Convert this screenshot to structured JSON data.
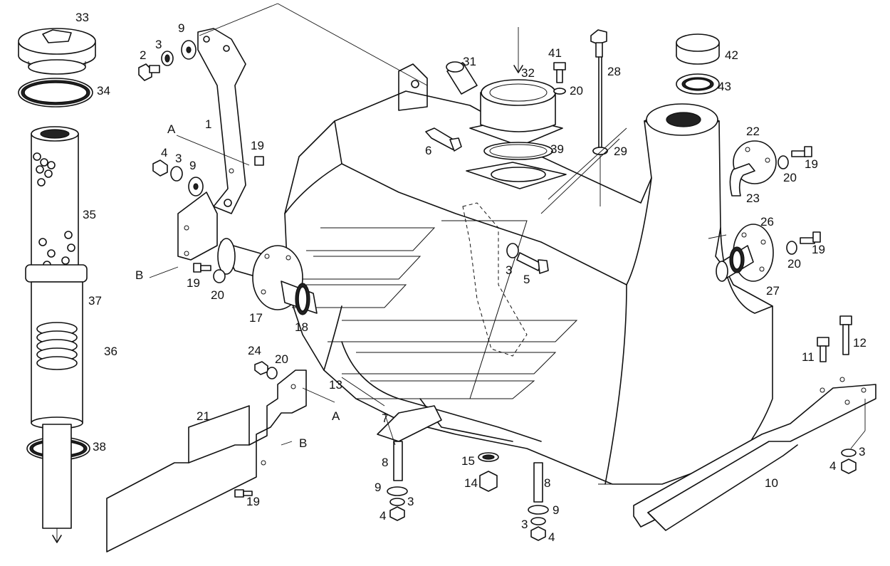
{
  "callouts": [
    "33",
    "34",
    "35",
    "37",
    "36",
    "38",
    "2",
    "3",
    "9",
    "1",
    "A",
    "19",
    "4",
    "3",
    "9",
    "B",
    "19",
    "20",
    "17",
    "18",
    "24",
    "20",
    "13",
    "A",
    "21",
    "B",
    "19",
    "31",
    "32",
    "41",
    "20",
    "6",
    "39",
    "28",
    "29",
    "42",
    "43",
    "22",
    "19",
    "20",
    "23",
    "26",
    "19",
    "20",
    "27",
    "3",
    "5",
    "7",
    "8",
    "9",
    "3",
    "4",
    "15",
    "14",
    "8",
    "9",
    "3",
    "4",
    "11",
    "12",
    "10",
    "3",
    "4"
  ]
}
